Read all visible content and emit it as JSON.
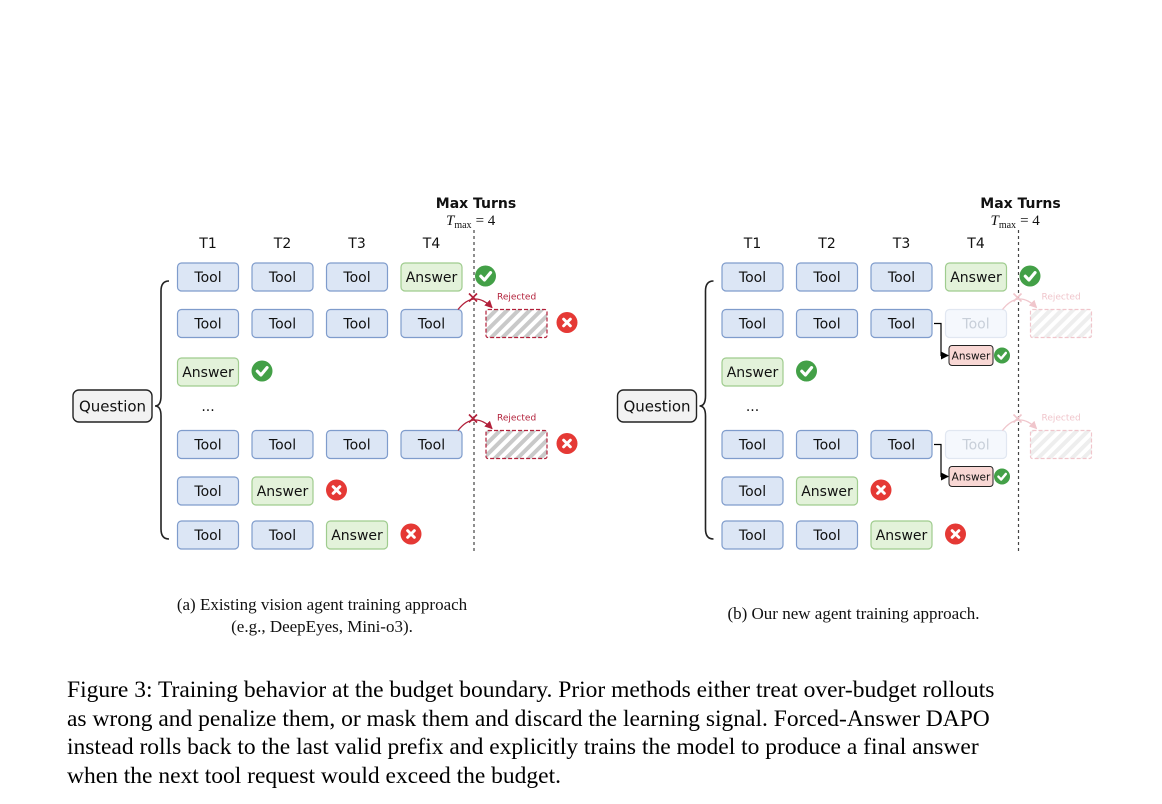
{
  "figure": {
    "title": "",
    "colors": {
      "tool_fill": "#dce6f5",
      "tool_stroke": "#7f9ccc",
      "answer_fill": "#e3f2da",
      "answer_stroke": "#9fcc8e",
      "forced_fill": "#f8d7d4",
      "forced_stroke": "#c05050",
      "check": "#43a047",
      "cross": "#e53935",
      "rejected": "#b2203a",
      "question_fill": "#f2f2f2"
    },
    "panels": [
      {
        "id": "a",
        "question": "Question",
        "turns": [
          "T1",
          "T2",
          "T3",
          "T4"
        ],
        "max_turns_title": "Max Turns",
        "max_turns_formula": "T",
        "max_turns_sub": "max",
        "max_turns_eq": "= 4",
        "dots": "...",
        "rows": [
          {
            "cells": [
              "Tool",
              "Tool",
              "Tool",
              "Answer"
            ],
            "result": "check"
          },
          {
            "cells": [
              "Tool",
              "Tool",
              "Tool",
              "Tool"
            ],
            "result": "cross",
            "rejected": true,
            "rejected_label": "Rejected"
          },
          {
            "cells": [
              "Answer"
            ],
            "result": "check"
          },
          {
            "cells": [
              "Tool",
              "Tool",
              "Tool",
              "Tool"
            ],
            "result": "cross",
            "rejected": true,
            "rejected_label": "Rejected"
          },
          {
            "cells": [
              "Tool",
              "Answer"
            ],
            "result": "cross"
          },
          {
            "cells": [
              "Tool",
              "Tool",
              "Answer"
            ],
            "result": "cross"
          }
        ],
        "caption_line1": "(a) Existing vision agent training approach",
        "caption_line2": "(e.g., DeepEyes, Mini-o3)."
      },
      {
        "id": "b",
        "question": "Question",
        "turns": [
          "T1",
          "T2",
          "T3",
          "T4"
        ],
        "max_turns_title": "Max Turns",
        "max_turns_formula": "T",
        "max_turns_sub": "max",
        "max_turns_eq": "= 4",
        "dots": "...",
        "rows": [
          {
            "cells": [
              "Tool",
              "Tool",
              "Tool",
              "Answer"
            ],
            "result": "check"
          },
          {
            "cells": [
              "Tool",
              "Tool",
              "Tool",
              "Tool"
            ],
            "faded_last": true,
            "rejected": true,
            "rejected_label": "Rejected",
            "forced_answer": "Answer"
          },
          {
            "cells": [
              "Answer"
            ],
            "result": "check"
          },
          {
            "cells": [
              "Tool",
              "Tool",
              "Tool",
              "Tool"
            ],
            "faded_last": true,
            "rejected": true,
            "rejected_label": "Rejected",
            "forced_answer": "Answer"
          },
          {
            "cells": [
              "Tool",
              "Answer"
            ],
            "result": "cross"
          },
          {
            "cells": [
              "Tool",
              "Tool",
              "Answer"
            ],
            "result": "cross"
          }
        ],
        "caption_line1": "(b) Our new agent training approach.",
        "caption_line2": ""
      }
    ]
  },
  "caption": {
    "lines": [
      "Figure 3: Training behavior at the budget boundary. Prior methods either treat over-budget rollouts",
      "as wrong and penalize them, or mask them and discard the learning signal. Forced-Answer DAPO",
      "instead rolls back to the last valid prefix and explicitly trains the model to produce a final answer",
      "when the next tool request would exceed the budget."
    ]
  }
}
